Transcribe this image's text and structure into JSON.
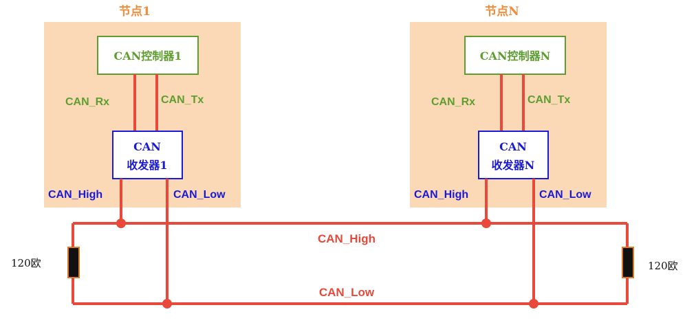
{
  "nodes": [
    {
      "title": "节点1",
      "controller": "CAN控制器1",
      "rx": "CAN_Rx",
      "tx": "CAN_Tx",
      "transceiver_line1": "CAN",
      "transceiver_line2": "收发器1",
      "high": "CAN_High",
      "low": "CAN_Low"
    },
    {
      "title": "节点N",
      "controller": "CAN控制器N",
      "rx": "CAN_Rx",
      "tx": "CAN_Tx",
      "transceiver_line1": "CAN",
      "transceiver_line2": "收发器N",
      "high": "CAN_High",
      "low": "CAN_Low"
    }
  ],
  "bus": {
    "high": "CAN_High",
    "low": "CAN_Low"
  },
  "resistors": {
    "left": "120欧",
    "right": "120欧"
  },
  "colors": {
    "node_bg": "#fbd9b6",
    "node_title": "#f08c3a",
    "controller": "#5d9e2f",
    "transceiver": "#1a1ad6",
    "wire": "#e8493a",
    "resistor": "#111111",
    "resistor_border": "#e07a1f"
  }
}
